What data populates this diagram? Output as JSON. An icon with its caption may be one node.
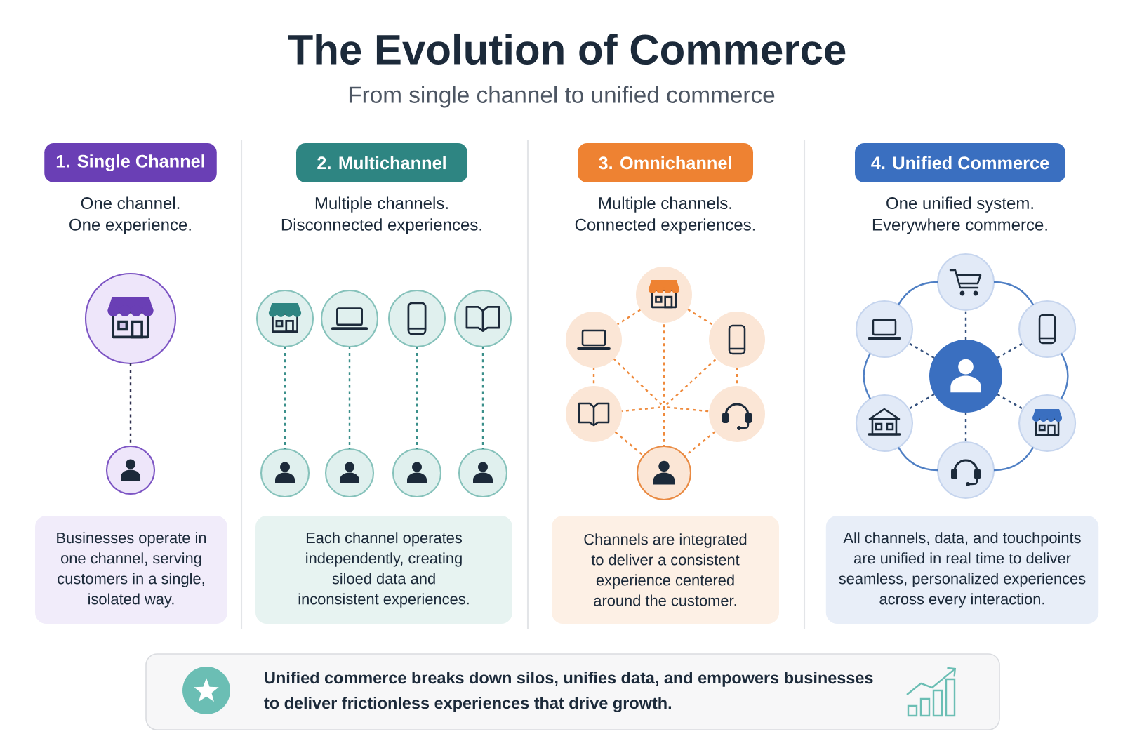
{
  "diagram": {
    "title": "The Evolution of Commerce",
    "nodes": [
      {
        "text": [
          "1. Single Channel"
        ],
        "beside": [
          "One channel. One experience."
        ]
      },
      {
        "text": [],
        "shape": "circle"
      },
      {
        "text": [],
        "shape": "circle"
      },
      {
        "text": [
          "Businesses operate in one channel, serving customers in a single, isolated way."
        ]
      },
      {
        "text": [
          "2. Multichannel"
        ],
        "beside": [
          "Multiple channels. Disconnected experiences."
        ]
      },
      {
        "text": [],
        "shape": "circle"
      },
      {
        "text": [],
        "shape": "circle"
      },
      {
        "text": [],
        "shape": "circle"
      },
      {
        "text": [],
        "shape": "circle"
      },
      {
        "text": [],
        "shape": "circle"
      },
      {
        "text": [],
        "shape": "circle"
      },
      {
        "text": [],
        "shape": "circle"
      },
      {
        "text": [],
        "shape": "circle"
      },
      {
        "text": [
          "Each channel operates independently, creating siloed data and inconsistent experiences."
        ]
      },
      {
        "text": [
          "3. Omnichannel"
        ],
        "beside": [
          "Multiple channels. Connected experiences."
        ]
      },
      {
        "text": [],
        "shape": "circle"
      },
      {
        "text": [],
        "shape": "circle"
      },
      {
        "text": [],
        "shape": "circle"
      },
      {
        "text": [],
        "shape": "circle"
      },
      {
        "text": [],
        "shape": "circle"
      },
      {
        "text": [],
        "shape": "circle"
      },
      {
        "text": [
          "Channels are integrated to deliver a consistent experience centered around the customer."
        ]
      },
      {
        "text": [
          "4. Unified Commerce"
        ],
        "beside": [
          "One unified system. Everywhere commerce."
        ]
      },
      {
        "text": [],
        "shape": "circle"
      },
      {
        "text": [],
        "shape": "circle"
      },
      {
        "text": [],
        "shape": "circle"
      },
      {
        "text": [],
        "shape": "circle"
      },
      {
        "text": [],
        "shape": "circle"
      },
      {
        "text": [],
        "shape": "circle"
      },
      {
        "text": [],
        "shape": "circle"
      },
      {
        "text": [
          "All channels, data, and touchpoints are unified in real time to deliver seamless, personalized experiences across every interaction."
        ]
      },
      {
        "text": [
          "Unified commerce breaks down silos, unifies data, and empowers businesses to deliver frictionless experiences that drive growth."
        ]
      }
    ],
    "edges": [
      {
        "from": 1,
        "to": 2,
        "arrow": "none",
        "style": "dashed",
        "color": "#2e2f4f"
      },
      {
        "from": 5,
        "to": 9,
        "arrow": "none",
        "style": "dashed",
        "color": "#3a8f8a"
      },
      {
        "from": 6,
        "to": 10,
        "arrow": "none",
        "style": "dashed",
        "color": "#3a8f8a"
      },
      {
        "from": 7,
        "to": 11,
        "arrow": "none",
        "style": "dashed",
        "color": "#3a8f8a"
      },
      {
        "from": 8,
        "to": 12,
        "arrow": "none",
        "style": "dashed",
        "color": "#3a8f8a"
      },
      {
        "from": 15,
        "to": 16,
        "arrow": "none",
        "style": "dashed",
        "color": "#ef8a3c"
      },
      {
        "from": 15,
        "to": 17,
        "arrow": "none",
        "style": "dashed",
        "color": "#ef8a3c"
      },
      {
        "from": 16,
        "to": 18,
        "arrow": "none",
        "style": "dashed",
        "color": "#ef8a3c"
      },
      {
        "from": 17,
        "to": 19,
        "arrow": "none",
        "style": "dashed",
        "color": "#ef8a3c"
      },
      {
        "from": 18,
        "to": 20,
        "arrow": "none",
        "style": "dashed",
        "color": "#ef8a3c"
      },
      {
        "from": 19,
        "to": 20,
        "arrow": "none",
        "style": "dashed",
        "color": "#ef8a3c"
      },
      {
        "from": 15,
        "to": 20,
        "arrow": "none",
        "style": "dashed",
        "color": "#ef8a3c"
      },
      {
        "from": 16,
        "to": 20,
        "arrow": "none",
        "style": "dashed",
        "color": "#ef8a3c"
      },
      {
        "from": 17,
        "to": 20,
        "arrow": "none",
        "style": "dashed",
        "color": "#ef8a3c"
      },
      {
        "from": 18,
        "to": 20,
        "arrow": "none",
        "style": "dashed",
        "color": "#ef8a3c"
      },
      {
        "from": 19,
        "to": 20,
        "arrow": "none",
        "style": "dashed",
        "color": "#ef8a3c"
      },
      {
        "from": 26,
        "to": 23,
        "arrow": "none",
        "style": "dashed",
        "color": "#34507d"
      },
      {
        "from": 26,
        "to": 24,
        "arrow": "none",
        "style": "dashed",
        "color": "#34507d"
      },
      {
        "from": 26,
        "to": 25,
        "arrow": "none",
        "style": "dashed",
        "color": "#34507d"
      },
      {
        "from": 26,
        "to": 27,
        "arrow": "none",
        "style": "dashed",
        "color": "#34507d"
      },
      {
        "from": 26,
        "to": 28,
        "arrow": "none",
        "style": "dashed",
        "color": "#34507d"
      },
      {
        "from": 26,
        "to": 29,
        "arrow": "none",
        "style": "dashed",
        "color": "#34507d"
      },
      {
        "from": 23,
        "to": 25,
        "arrow": "none",
        "color": "#4f7fc4"
      },
      {
        "from": 25,
        "to": 28,
        "arrow": "none",
        "color": "#4f7fc4"
      },
      {
        "from": 28,
        "to": 29,
        "arrow": "none",
        "color": "#4f7fc4"
      },
      {
        "from": 29,
        "to": 27,
        "arrow": "none",
        "color": "#4f7fc4"
      },
      {
        "from": 27,
        "to": 24,
        "arrow": "none",
        "color": "#4f7fc4"
      },
      {
        "from": 24,
        "to": 23,
        "arrow": "none",
        "color": "#4f7fc4"
      }
    ],
    "labels": [
      "From single channel to unified commerce"
    ]
  }
}
